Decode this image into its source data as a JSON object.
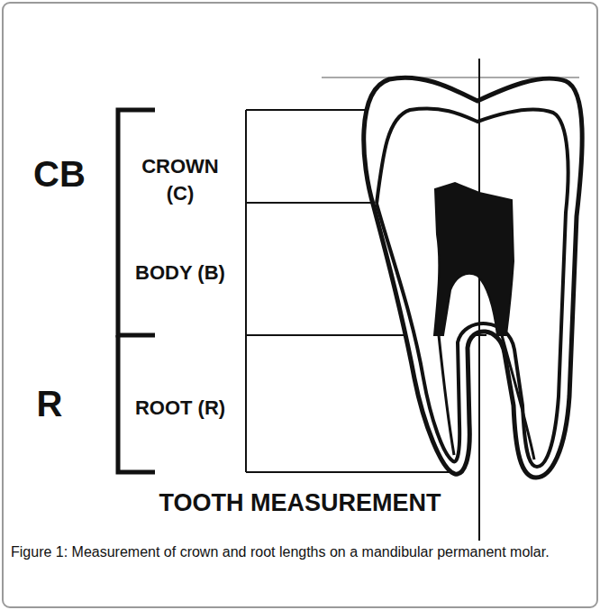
{
  "diagram": {
    "title": "TOOTH MEASUREMENT",
    "caption": "Figure 1: Measurement of crown and root lengths on a mandibular permanent molar.",
    "labels": [
      "CB",
      "CROWN (C)",
      "BODY (B)",
      "R",
      "ROOT (R)"
    ]
  }
}
